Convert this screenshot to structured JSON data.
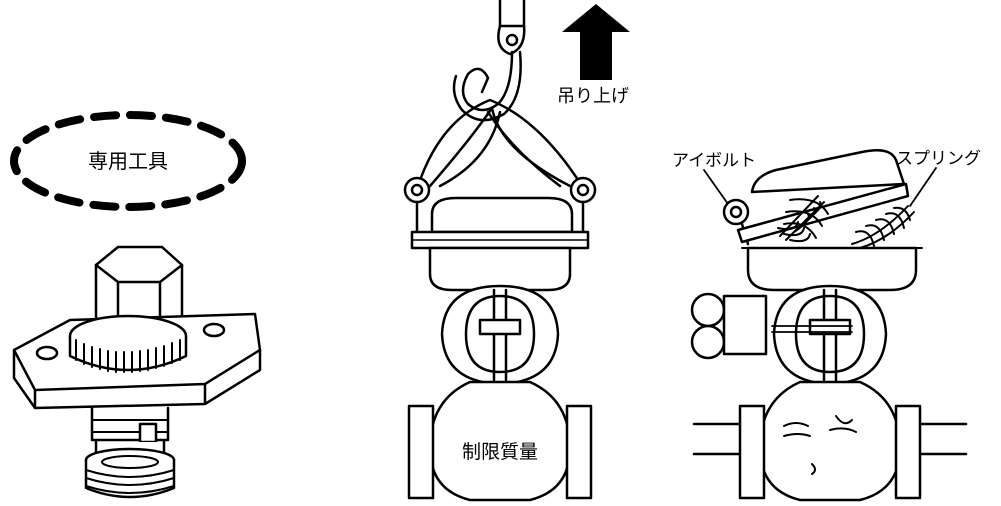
{
  "labels": {
    "special_tool": "専用工具",
    "lift_up": "吊り上げ",
    "eyebolt": "アイボルト",
    "spring": "スプリング",
    "weight_limit": "制限質量"
  },
  "colors": {
    "ink": "#000000",
    "paper": "#ffffff"
  }
}
